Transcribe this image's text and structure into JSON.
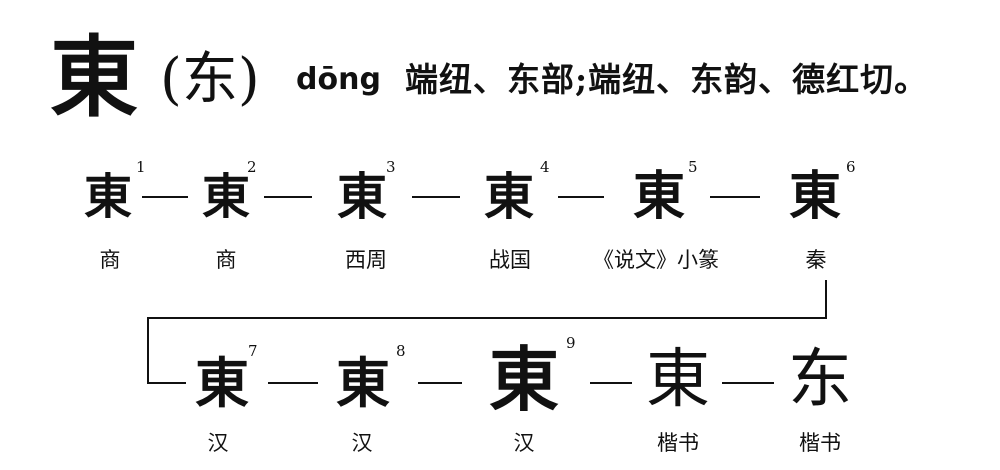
{
  "header": {
    "character": "東",
    "simplified_with_parens": "(东)",
    "pinyin": "dōng",
    "pronunciation": "端纽、东部;端纽、东韵、德红切。"
  },
  "row1": [
    {
      "number": "1",
      "glyph": "東",
      "era": "商"
    },
    {
      "number": "2",
      "glyph": "東",
      "era": "商"
    },
    {
      "number": "3",
      "glyph": "東",
      "era": "西周"
    },
    {
      "number": "4",
      "glyph": "東",
      "era": "战国"
    },
    {
      "number": "5",
      "glyph": "東",
      "era": "《说文》小篆"
    },
    {
      "number": "6",
      "glyph": "東",
      "era": "秦"
    }
  ],
  "row2": [
    {
      "number": "7",
      "glyph": "東",
      "era": "汉"
    },
    {
      "number": "8",
      "glyph": "東",
      "era": "汉"
    },
    {
      "number": "9",
      "glyph": "東",
      "era": "汉"
    },
    {
      "number": "",
      "glyph": "東",
      "era": "楷书"
    },
    {
      "number": "",
      "glyph": "东",
      "era": "楷书"
    }
  ]
}
